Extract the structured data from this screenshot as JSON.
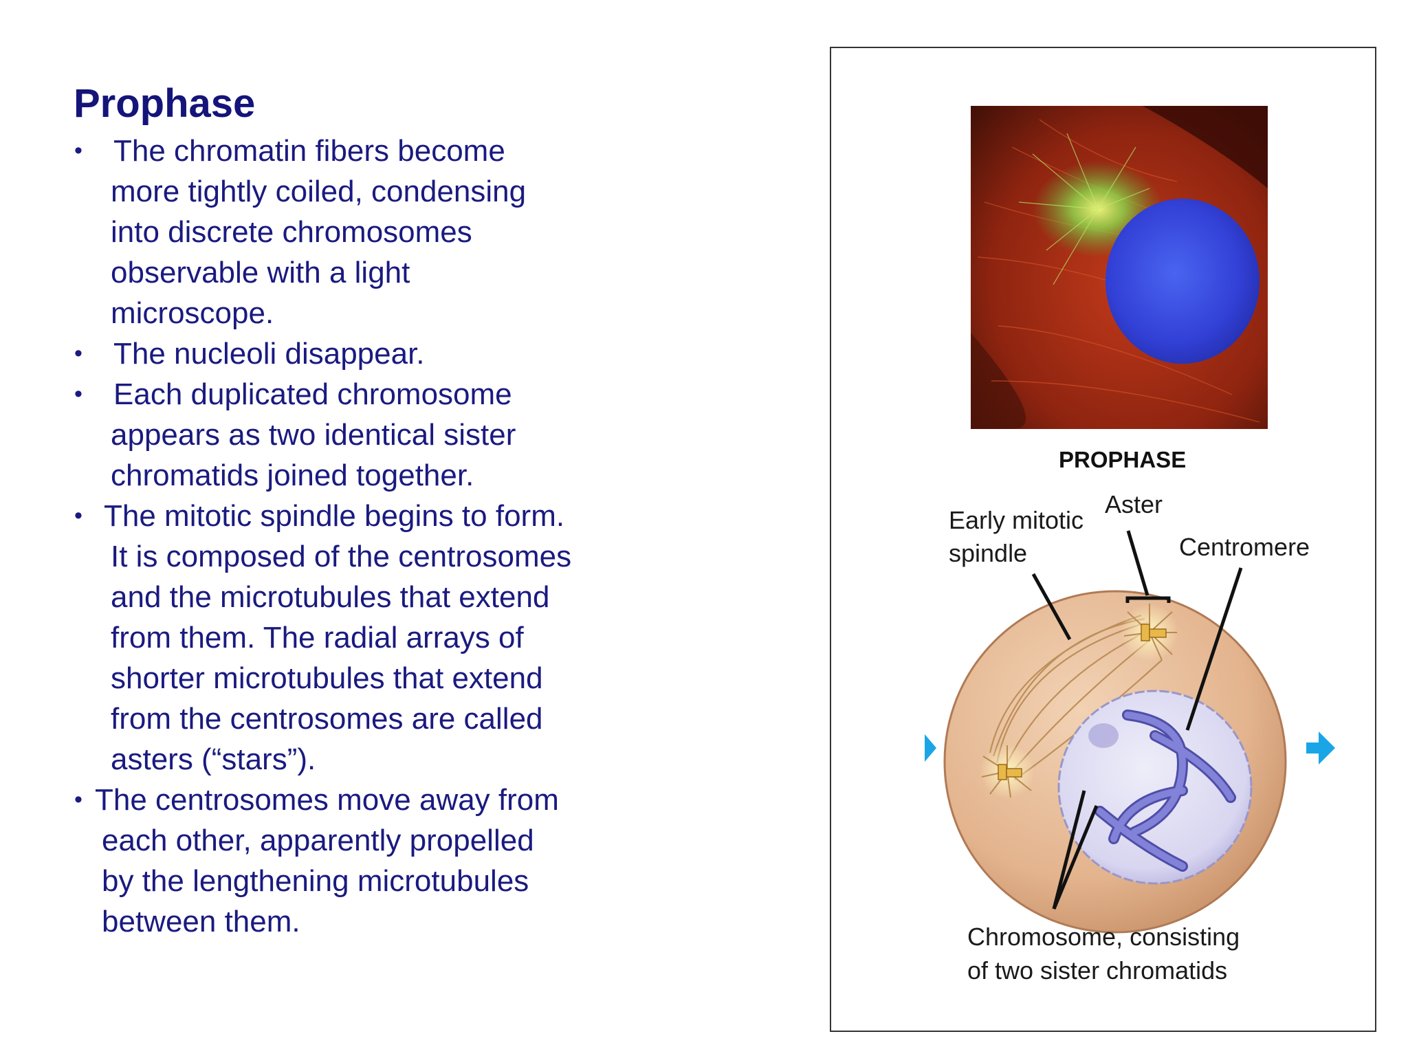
{
  "slide": {
    "title": "Prophase",
    "bullets": [
      {
        "lines": [
          "The chromatin fibers become",
          "more tightly coiled, condensing",
          "into discrete chromosomes",
          "observable with a light",
          "microscope."
        ]
      },
      {
        "lines": [
          "The nucleoli disappear."
        ]
      },
      {
        "lines": [
          "Each duplicated chromosome",
          "appears as two identical sister",
          "chromatids joined together."
        ]
      },
      {
        "lines": [
          "The mitotic spindle begins to form.",
          "It is composed of the centrosomes",
          "and the microtubules that extend",
          "from them. The radial arrays of",
          "shorter microtubules that extend",
          "from the centrosomes are called",
          "asters (“stars”)."
        ]
      },
      {
        "lines": [
          "The centrosomes move away from",
          "each other, apparently propelled",
          "by the lengthening microtubules",
          "between them."
        ]
      }
    ],
    "bullet_glyph": "•"
  },
  "figure": {
    "heading": "PROPHASE",
    "labels": {
      "spindle": [
        "Early mitotic",
        "spindle"
      ],
      "aster": "Aster",
      "centromere": "Centromere",
      "chromosome": [
        "Chromosome, consisting",
        "of two sister chromatids"
      ]
    },
    "colors": {
      "cell_fill": "#e3b48e",
      "nucleus_fill": "#d8d6f0",
      "chromatid": "#6c6cc6",
      "arrow": "#1aa6e6",
      "micro_red": "#a62a12",
      "micro_green": "#8ed24a",
      "micro_blue": "#3a4ee0"
    }
  }
}
